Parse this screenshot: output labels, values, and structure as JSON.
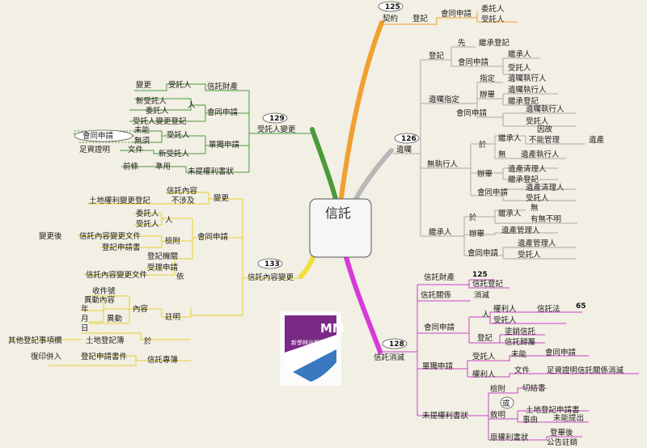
{
  "center": "信託",
  "logo": {
    "text": "MM",
    "caption": "新學林出版社",
    "colors": {
      "top": "#7a2a86",
      "stripe": "#ffffff",
      "accent": "#3a79c0"
    }
  },
  "branch_colors": {
    "contract": "#f0a030",
    "heir": "#b8b8b8",
    "amend": "#4a9a3c",
    "content": "#f2df3b",
    "end": "#d83ad8"
  },
  "labels": [
    "125",
    "契約",
    "登記",
    "會同申請",
    "委託人",
    "受託人",
    "126",
    "遺囑",
    "登記",
    "先",
    "繼承登記",
    "會同申請",
    "繼承人",
    "受託人",
    "遺囑指定",
    "指定",
    "遺囑執行人",
    "辦畢",
    "遺囑執行人",
    "繼承登記",
    "會同申請",
    "遺囑執行人",
    "受託人",
    "無執行人",
    "於",
    "繼承人",
    "因故",
    "不能管理",
    "遺產",
    "無",
    "遺產執行人",
    "辦畢",
    "遺產清理人",
    "繼承登記",
    "會同申請",
    "遺產清理人",
    "受託人",
    "繼承人",
    "於",
    "繼承人",
    "無",
    "有無不明",
    "辦畢",
    "遺產管理人",
    "會同申請",
    "遺產管理人",
    "受託人",
    "129",
    "受託人變更",
    "信託財產",
    "受託人",
    "變更",
    "會同申請",
    "人",
    "新受託人",
    "委託人",
    "受託人變更登記",
    "單獨申請",
    "受託人",
    "未能",
    "會同申請",
    "無須",
    "新受託人",
    "文件",
    "足資證明",
    "未提權利書狀",
    "準用",
    "前條",
    "133",
    "信託內容變更",
    "變更",
    "信託內容",
    "不涉及",
    "土地權利變更登記",
    "會同申請",
    "人",
    "委託人",
    "受託人",
    "檢附",
    "信託內容變更文件",
    "變更後",
    "登記申請書",
    "登記機關",
    "受理申請",
    "依",
    "信託內容變更文件",
    "註明",
    "內容",
    "收件號",
    "異動內容",
    "異動",
    "年",
    "月",
    "日",
    "於",
    "土地登記簿",
    "其他登記事項欄",
    "信託專簿",
    "登記申請書件",
    "復印併入",
    "128",
    "信託消滅",
    "信託財產",
    "125",
    "信託登記",
    "信託關係",
    "消滅",
    "會同申請",
    "人",
    "權利人",
    "信託法",
    "65",
    "受託人",
    "登記",
    "塗銷信託",
    "信託歸屬",
    "單獨申請",
    "受託人",
    "未能",
    "會同申請",
    "權利人",
    "文件",
    "足資證明信託關係消滅",
    "未提權利書狀",
    "檢附",
    "切結書",
    "或",
    "敘明",
    "土地登記申請書",
    "事由",
    "未能提出",
    "原權利書狀",
    "登畢後",
    "公告註銷"
  ]
}
